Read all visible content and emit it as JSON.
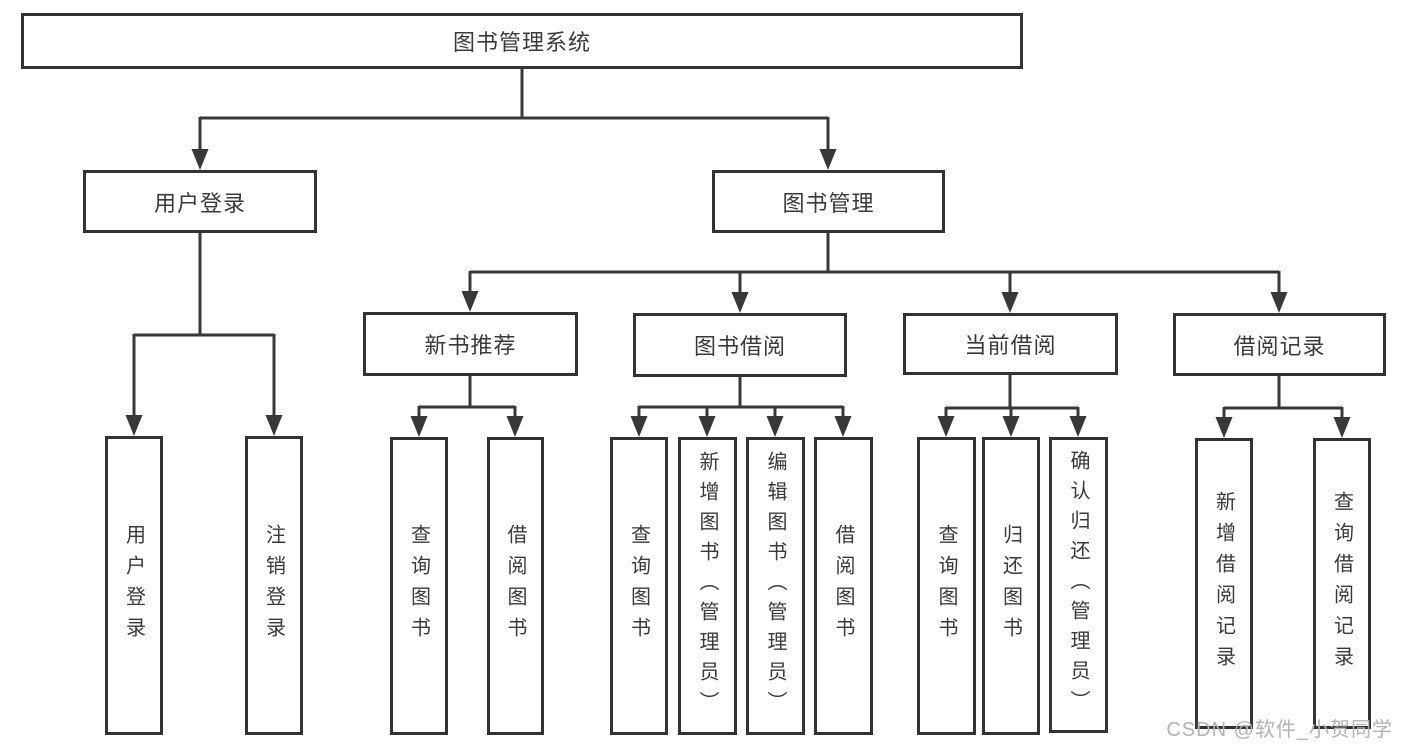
{
  "diagram": {
    "root": {
      "label": "图书管理系统"
    },
    "level2": {
      "user_login": {
        "label": "用户登录"
      },
      "book_mgmt": {
        "label": "图书管理"
      }
    },
    "level3": {
      "new_book_rec": {
        "label": "新书推荐"
      },
      "book_borrow": {
        "label": "图书借阅"
      },
      "current_borrow": {
        "label": "当前借阅"
      },
      "borrow_record": {
        "label": "借阅记录"
      }
    },
    "leaves": {
      "user_login": [
        "用户登录",
        "注销登录"
      ],
      "new_book_rec": [
        "查询图书",
        "借阅图书"
      ],
      "book_borrow": [
        "查询图书",
        "新增图书（管理员）",
        "编辑图书（管理员）",
        "借阅图书"
      ],
      "current_borrow": [
        "查询图书",
        "归还图书",
        "确认归还（管理员）"
      ],
      "borrow_record": [
        "新增借阅记录",
        "查询借阅记录"
      ]
    }
  },
  "watermark": {
    "text": "CSDN @软件_小贺同学"
  },
  "colors": {
    "line": "#383838",
    "box_border": "#333333",
    "text": "#3a3a3a",
    "watermark": "#b3b3b3",
    "background": "#ffffff"
  }
}
